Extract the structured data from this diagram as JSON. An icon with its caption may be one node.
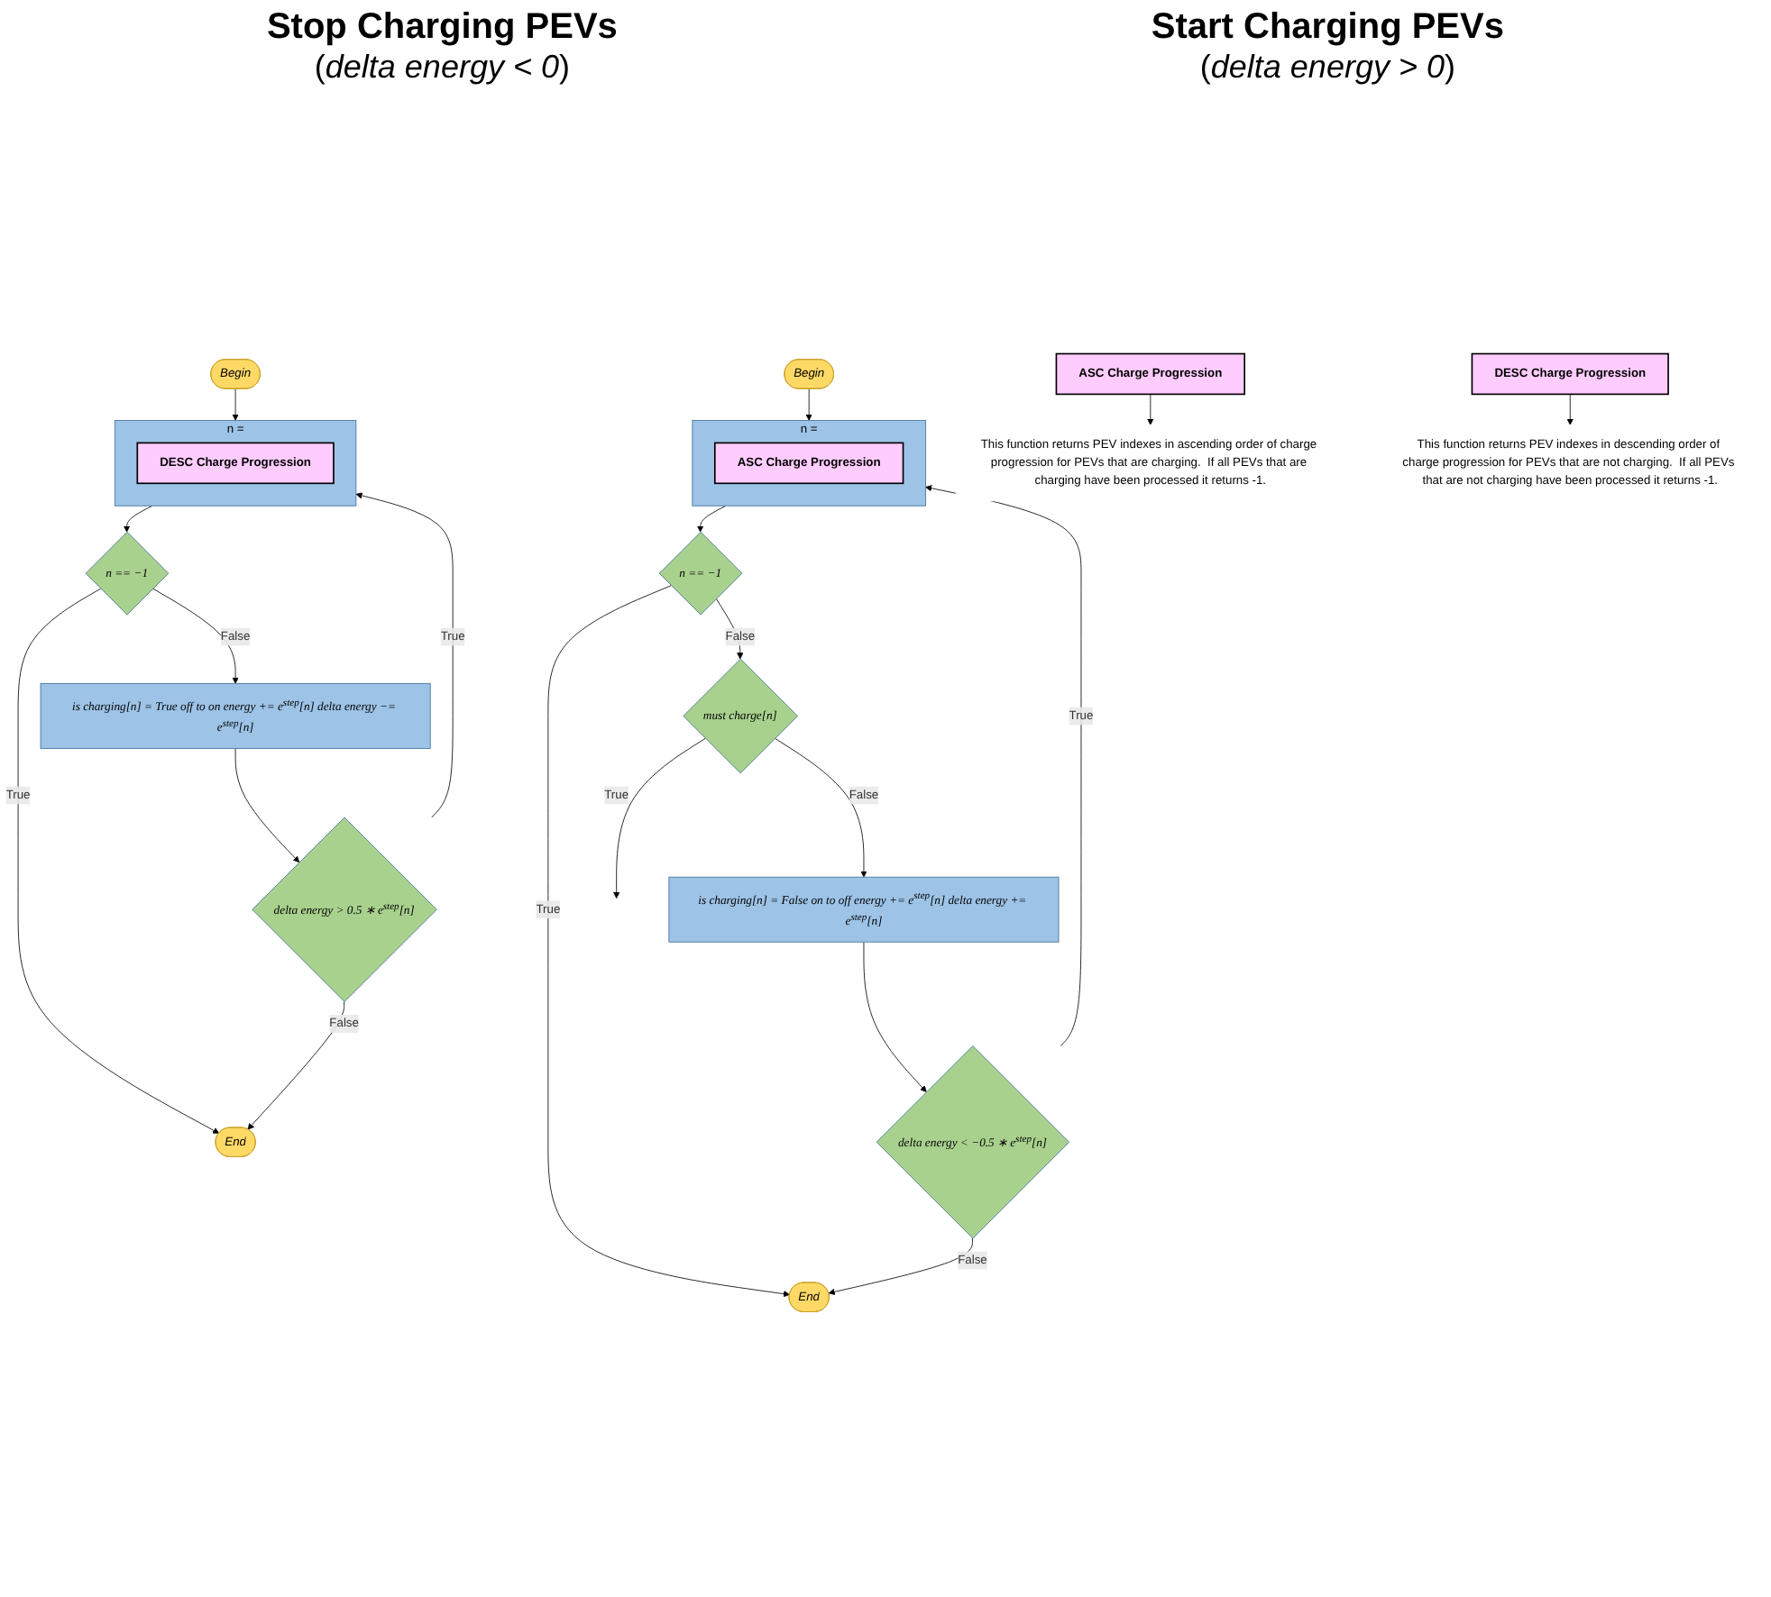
{
  "diagram": {
    "nodes": [
      {
        "text": [
          "Begin"
        ]
      },
      {
        "text": [
          "n ="
        ]
      },
      {
        "text": [
          "ASC Charge Progression"
        ],
        "in": 1
      },
      {
        "text": [
          "n == −1"
        ]
      },
      {
        "text": [
          "End"
        ]
      },
      {
        "text": [
          "must charge[n]"
        ]
      },
      {
        "text": [
          "is charging[n] = False on to off energy += e$^{step}$[n] delta energy += e$^{step}$[n]"
        ]
      },
      {
        "text": [
          "delta energy < −0.5 ∗ e$^{step}$[n]"
        ]
      },
      {
        "text": [
          "Begin"
        ]
      },
      {
        "text": [
          "n ="
        ]
      },
      {
        "text": [
          "DESC Charge Progression"
        ],
        "in": 9
      },
      {
        "text": [
          "n == −1"
        ]
      },
      {
        "text": [
          "End"
        ]
      },
      {
        "text": [
          "is charging[n] = True off to on energy += e$^{step}$[n] delta energy −= e$^{step}$[n]"
        ]
      },
      {
        "text": [
          "delta energy > 0.5 ∗ e$^{step}$[n]"
        ]
      },
      {
        "text": [
          "ASC Charge Progression"
        ]
      },
      {
        "text": [
          "This function returns PEV indexes in ascending order of charge progression for PEVs that are charging.  If all PEVs that are charging have been processed it returns -1."
        ]
      },
      {
        "text": [
          "DESC Charge Progression"
        ]
      },
      {
        "text": [
          "This function returns PEV indexes in descending order of charge progression for PEVs that are not charging.  If all PEVs that are not charging have been processed it returns -1."
        ]
      }
    ],
    "edges": [
      {
        "from": 0,
        "to": 1,
        "arrow": "to"
      },
      {
        "from": 1,
        "to": 3,
        "arrow": "to"
      },
      {
        "from": 3,
        "to": 4,
        "arrow": "to",
        "label": "True"
      },
      {
        "from": 3,
        "to": 5,
        "arrow": "to",
        "label": "False"
      },
      {
        "from": 5,
        "to": null,
        "arrow": "to",
        "label": "True"
      },
      {
        "from": 5,
        "to": 6,
        "arrow": "to",
        "label": "False"
      },
      {
        "from": 6,
        "to": 7,
        "arrow": "to"
      },
      {
        "from": 7,
        "to": 4,
        "arrow": "to",
        "label": "False"
      },
      {
        "from": 7,
        "to": 1,
        "arrow": "to",
        "label": "True"
      },
      {
        "from": 8,
        "to": 9,
        "arrow": "to"
      },
      {
        "from": 9,
        "to": 11,
        "arrow": "to"
      },
      {
        "from": 11,
        "to": 12,
        "arrow": "to",
        "label": "True"
      },
      {
        "from": 11,
        "to": 13,
        "arrow": "to",
        "label": "False"
      },
      {
        "from": 13,
        "to": 14,
        "arrow": "to"
      },
      {
        "from": 14,
        "to": 12,
        "arrow": "to",
        "label": "False"
      },
      {
        "from": 14,
        "to": 9,
        "arrow": "to",
        "label": "True"
      },
      {
        "from": 15,
        "to": 16,
        "arrow": "to"
      },
      {
        "from": 17,
        "to": 18,
        "arrow": "to"
      }
    ],
    "labels": [
      "Stop Charging PEVs",
      "(*delta energy < 0*)",
      "Start Charging PEVs",
      "(*delta energy > 0*)"
    ]
  }
}
